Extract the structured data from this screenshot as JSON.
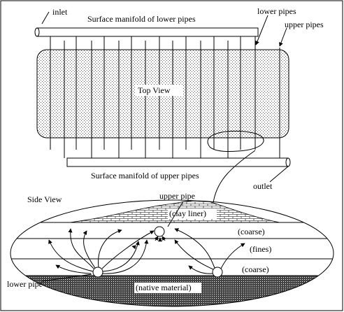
{
  "labels": {
    "inlet": "inlet",
    "top_manifold": "Surface manifold of lower pipes",
    "lower_pipes": "lower pipes",
    "upper_pipes": "upper pipes",
    "top_view": "Top View",
    "bottom_manifold": "Surface manifold of upper pipes",
    "outlet": "outlet",
    "side_view": "Side View",
    "upper_pipe": "upper pipe",
    "clay_liner": "(clay liner)",
    "coarse_top": "(coarse)",
    "fines": "(fines)",
    "coarse_bottom": "(coarse)",
    "lower_pipe": "lower pipe",
    "native_material": "(native material)"
  },
  "colors": {
    "stroke": "#000000",
    "background": "#ffffff",
    "stipple": "#555555"
  }
}
